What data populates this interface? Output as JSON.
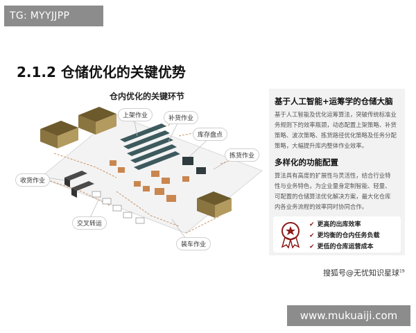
{
  "top_tag": "TG: MYYJJPP",
  "section_title": "2.1.2 仓储优化的关键优势",
  "diagram": {
    "title": "仓内优化的关键环节",
    "callouts": [
      {
        "id": "shelving",
        "label": "上架作业"
      },
      {
        "id": "replenish",
        "label": "补货作业"
      },
      {
        "id": "inventory",
        "label": "库存盘点"
      },
      {
        "id": "picking",
        "label": "拣货作业"
      },
      {
        "id": "receiving",
        "label": "收货作业"
      },
      {
        "id": "crossdock",
        "label": "交叉转运"
      },
      {
        "id": "loading",
        "label": "装车作业"
      }
    ]
  },
  "panel": {
    "heading1": "基于人工智能+运筹学的仓储大脑",
    "body1_lines": [
      "基于人工智能及优化运筹算法，突破传统标准业",
      "务规则下的效率瓶颈，动态配置上架策略、补货",
      "策略、波次策略、拣货路径优化策略及任务分配",
      "策略，大幅提升库内整体作业效率。"
    ],
    "heading2": "多样化的功能配置",
    "body2_lines": [
      "算法具有高度的扩展性与灵活性，结合行业特",
      "性与业务特色，为企业量身定制智能、轻量、",
      "可配置的仓储算法优化解决方案，最大化仓库",
      "内各业务流程的效率同时协同合作。"
    ],
    "benefits": [
      "更高的出库效率",
      "更均衡的仓内任务负载",
      "更低的仓库运营成本"
    ]
  },
  "source_watermark": "搜狐号@无忧知识星球",
  "source_watermark_sup": "19",
  "site_tag": "www.mukuaiji.com",
  "colors": {
    "accent": "#8b1a1a",
    "tag_bg": "#8c8c8c",
    "panel_bg": "#f2f2f2"
  }
}
